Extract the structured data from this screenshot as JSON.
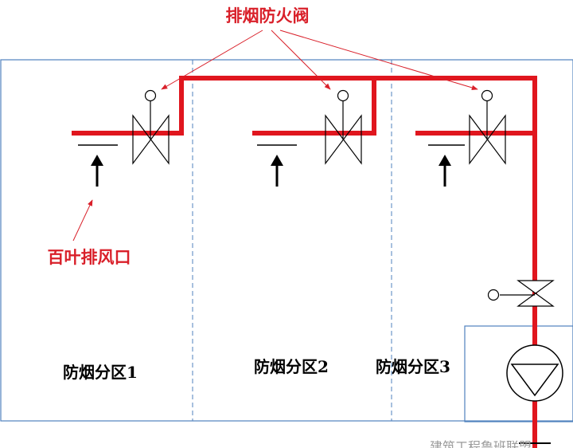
{
  "labels": {
    "damper_callout": "排烟防火阀",
    "louver_callout": "百叶排风口",
    "zone1": "防烟分区1",
    "zone2": "防烟分区2",
    "zone3": "防烟分区3",
    "watermark": "建筑工程鲁班联盟"
  },
  "colors": {
    "duct": "#e0161e",
    "callout": "#d9202a",
    "border": "#4f81bd",
    "symbol": "#000000"
  },
  "icons": {
    "damper": "butterfly-valve-icon",
    "fusible_link": "circle-icon",
    "airflow": "up-arrow-icon",
    "fan": "fan-icon"
  }
}
